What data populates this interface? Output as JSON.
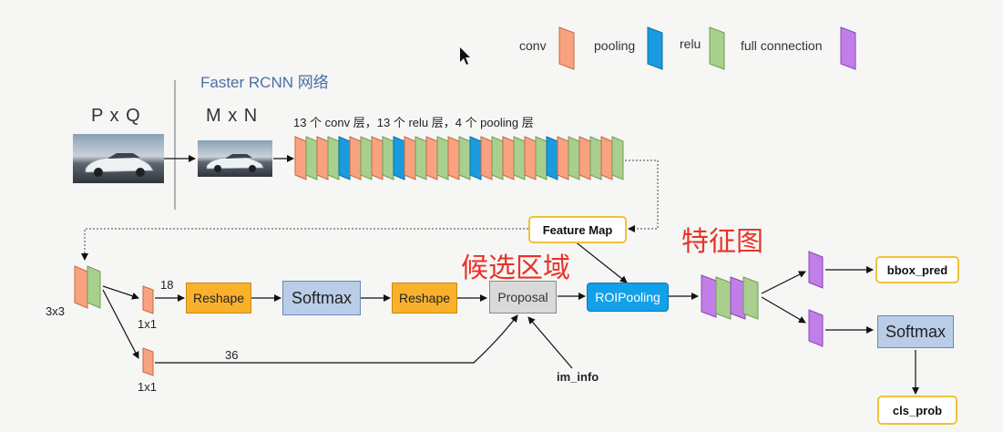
{
  "legend": {
    "conv": "conv",
    "pooling": "pooling",
    "relu": "relu",
    "full_connection": "full connection"
  },
  "colors": {
    "conv": "#f9a27f",
    "pooling": "#1a9be0",
    "relu": "#a9cf8f",
    "full_connection": "#c27ee8",
    "red_annotation": "#e8332a"
  },
  "title": "Faster RCNN 网络",
  "input_dims": "P x Q",
  "resized_dims": "M x N",
  "backbone_description": "13 个 conv 层，13 个 relu 层，4 个 pooling 层",
  "feature_map": "Feature Map",
  "annotations": {
    "feature_map_cn": "特征图",
    "region_proposal_cn": "候选区域"
  },
  "rpn": {
    "conv3x3": "3x3",
    "conv1x1_top": "1x1",
    "conv1x1_bottom": "1x1",
    "channels_top": "18",
    "channels_bottom": "36",
    "reshape_1": "Reshape",
    "softmax": "Softmax",
    "reshape_2": "Reshape",
    "proposal": "Proposal",
    "im_info": "im_info"
  },
  "roi_pooling": "ROIPooling",
  "outputs": {
    "bbox_pred": "bbox_pred",
    "softmax": "Softmax",
    "cls_prob": "cls_prob"
  },
  "backbone_layers": [
    "conv",
    "relu",
    "conv",
    "relu",
    "pooling",
    "conv",
    "relu",
    "conv",
    "relu",
    "pooling",
    "conv",
    "relu",
    "conv",
    "relu",
    "conv",
    "relu",
    "pooling",
    "conv",
    "relu",
    "conv",
    "relu",
    "conv",
    "relu",
    "pooling",
    "conv",
    "relu",
    "conv",
    "relu",
    "conv",
    "relu"
  ]
}
